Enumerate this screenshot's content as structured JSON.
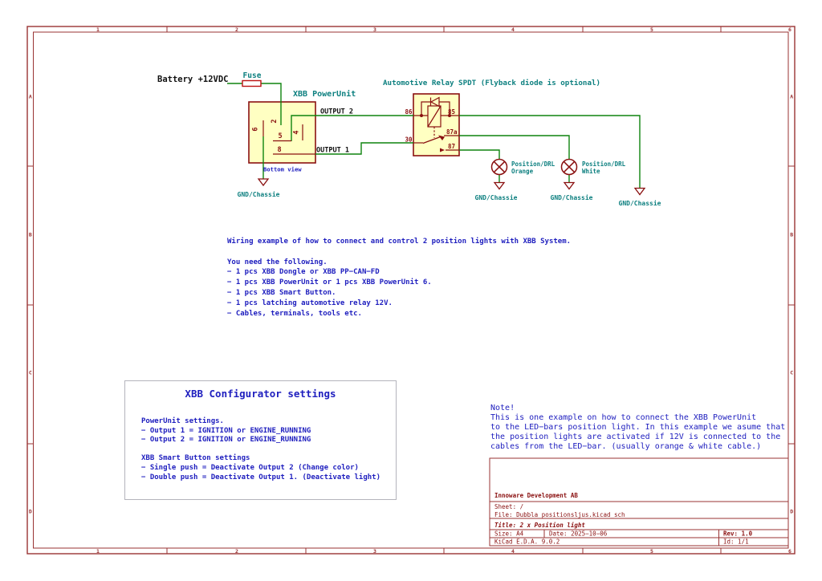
{
  "colors": {
    "frame": "#993333",
    "symbol_outline": "#8a1010",
    "symbol_fill": "#ffffc2",
    "wire_green": "#0e840e",
    "label_teal": "#0e8080",
    "note_blue": "#2020bf",
    "text_black": "#111111",
    "box_gray": "#b4b4bc"
  },
  "frame": {
    "zone_numbers": [
      "1",
      "2",
      "3",
      "4",
      "5",
      "6"
    ],
    "zone_letters": [
      "A",
      "B",
      "C",
      "D"
    ]
  },
  "schematic": {
    "battery_label": "Battery +12VDC",
    "fuse_label": "Fuse",
    "powerunit": {
      "name": "XBB PowerUnit",
      "view_note": "Bottom view",
      "pins": {
        "p2": "2",
        "p5": "5",
        "p4": "4",
        "p6": "6",
        "p8": "8"
      }
    },
    "net_labels": {
      "output2": "OUTPUT 2",
      "output1": "OUTPUT 1"
    },
    "relay": {
      "title": "Automotive Relay SPDT (Flyback diode is optional)",
      "pins": {
        "p86": "86",
        "p85": "85",
        "p30": "30",
        "p87a": "87a",
        "p87": "87"
      }
    },
    "lamps": {
      "orange": {
        "line1": "Position/DRL",
        "line2": "Orange"
      },
      "white": {
        "line1": "Position/DRL",
        "line2": "White"
      }
    },
    "gnd_label": "GND/Chassie"
  },
  "notes": {
    "wiring": "Wiring example of how to connect and control 2 position lights with XBB System.\n\nYou need the following.\n− 1 pcs XBB Dongle or XBB PP−CAN−FD\n− 1 pcs XBB PowerUnit or 1 pcs XBB PowerUnit 6.\n− 1 pcs XBB Smart Button.\n− 1 pcs latching automotive relay 12V.\n− Cables, terminals, tools etc.",
    "note": "Note!\nThis is one example on how to connect the XBB PowerUnit\nto the LED−bars position light. In this example we asume that\nthe position lights are activated if 12V is connected to the\ncables from the LED−bar. (usually orange & white cable.)"
  },
  "configurator": {
    "title": "XBB Configurator settings",
    "body": "PowerUnit settings.\n− Output 1 = IGNITION or ENGINE_RUNNING\n− Output 2 = IGNITION or ENGINE_RUNNING\n\nXBB Smart Button settings\n− Single push = Deactivate Output 2 (Change color)\n− Double push = Deactivate Output 1. (Deactivate light)"
  },
  "title_block": {
    "company": "Innoware Development AB",
    "sheet": "Sheet: /",
    "file": "File: Dubbla positionsljus.kicad_sch",
    "title": "Title: 2 x Position light",
    "size": "Size: A4",
    "date": "Date: 2025−10−06",
    "rev": "Rev: 1.0",
    "kicad": "KiCad E.D.A. 9.0.2",
    "id": "Id: 1/1"
  }
}
